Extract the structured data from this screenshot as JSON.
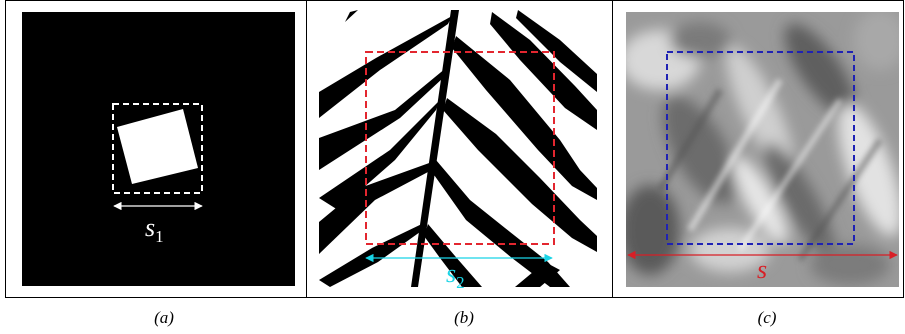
{
  "panels": [
    {
      "id": "a",
      "caption": "(a)",
      "size_label": "s",
      "size_label_subscript": "1",
      "box_color": "#ffffff",
      "arrow_color": "#ffffff",
      "label_color": "#ffffff"
    },
    {
      "id": "b",
      "caption": "(b)",
      "size_label": "s",
      "size_label_subscript": "2",
      "box_color": "#e3262f",
      "arrow_color": "#19d4e6",
      "label_color": "#19d4e6"
    },
    {
      "id": "c",
      "caption": "(c)",
      "size_label": "s",
      "size_label_subscript": "",
      "box_color": "#1f22b4",
      "arrow_color": "#d81f26",
      "label_color": "#d81f26"
    }
  ]
}
